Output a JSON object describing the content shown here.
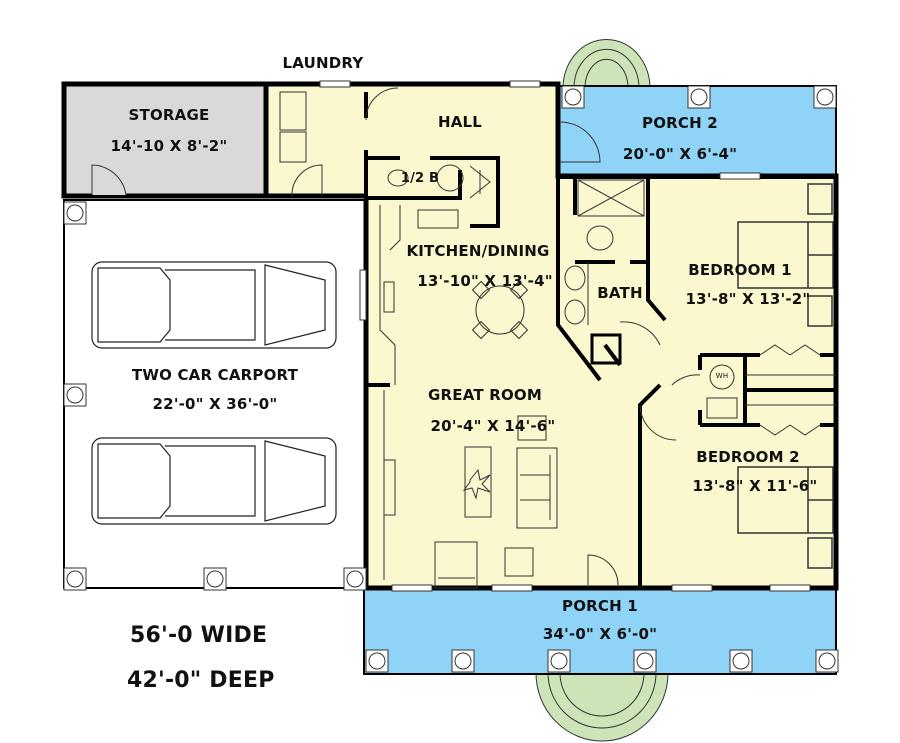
{
  "plan": {
    "overall_width": "56'-0 WIDE",
    "overall_depth": "42'-0\" DEEP"
  },
  "rooms": {
    "laundry": {
      "name": "LAUNDRY"
    },
    "storage": {
      "name": "STORAGE",
      "dims": "14'-10 X 8'-2\""
    },
    "hall": {
      "name": "HALL"
    },
    "half_bath": {
      "name": "1/2 B"
    },
    "porch2": {
      "name": "PORCH 2",
      "dims": "20'-0\" X 6'-4\""
    },
    "kitchen_dining": {
      "name": "KITCHEN/DINING",
      "dims": "13'-10\" X 13'-4\""
    },
    "bath": {
      "name": "BATH"
    },
    "bedroom1": {
      "name": "BEDROOM 1",
      "dims": "13'-8\" X 13'-2\""
    },
    "carport": {
      "name": "TWO CAR CARPORT",
      "dims": "22'-0\" X 36'-0\""
    },
    "great_room": {
      "name": "GREAT ROOM",
      "dims": "20'-4\" X 14'-6\""
    },
    "bedroom2": {
      "name": "BEDROOM 2",
      "dims": "13'-8\" X 11'-6\""
    },
    "porch1": {
      "name": "PORCH 1",
      "dims": "34'-0\" X 6'-0\""
    },
    "water_heater": {
      "name": "WH"
    }
  },
  "colors": {
    "interior": "#fbf7cf",
    "porch": "#8fd3f7",
    "storage": "#d9d9d9",
    "steps": "#cde3b8",
    "carport": "#ffffff",
    "wall": "#000000"
  }
}
